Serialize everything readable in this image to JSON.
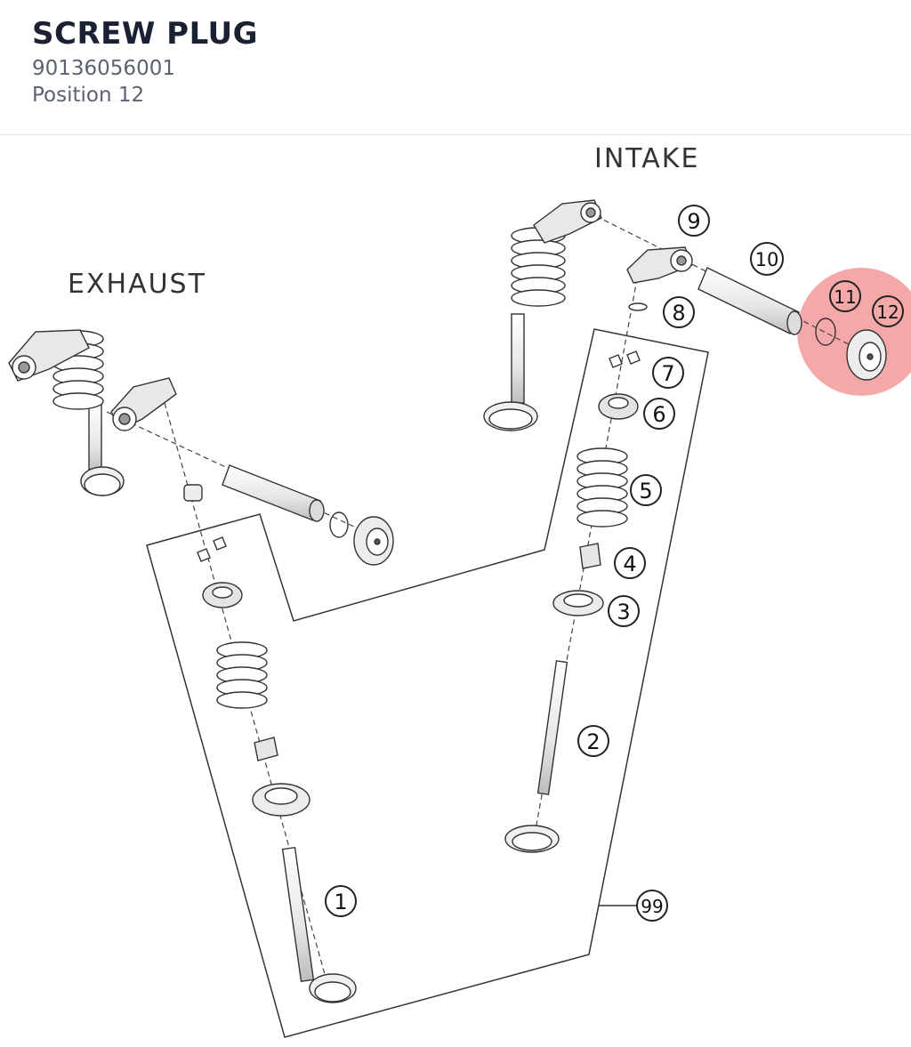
{
  "part": {
    "title": "SCREW PLUG",
    "number": "90136056001",
    "position": "Position 12"
  },
  "diagram": {
    "labels": {
      "intake": "INTAKE",
      "exhaust": "EXHAUST"
    },
    "callouts": [
      {
        "id": "c1",
        "text": "1"
      },
      {
        "id": "c2",
        "text": "2"
      },
      {
        "id": "c3",
        "text": "3"
      },
      {
        "id": "c4",
        "text": "4"
      },
      {
        "id": "c5",
        "text": "5"
      },
      {
        "id": "c6",
        "text": "6"
      },
      {
        "id": "c7",
        "text": "7"
      },
      {
        "id": "c8",
        "text": "8"
      },
      {
        "id": "c9",
        "text": "9"
      },
      {
        "id": "c10",
        "text": "10"
      },
      {
        "id": "c11",
        "text": "11"
      },
      {
        "id": "c12",
        "text": "12"
      },
      {
        "id": "c99",
        "text": "99"
      }
    ],
    "highlight_color": "#f28b8b",
    "line_color": "#2b2b2b"
  }
}
